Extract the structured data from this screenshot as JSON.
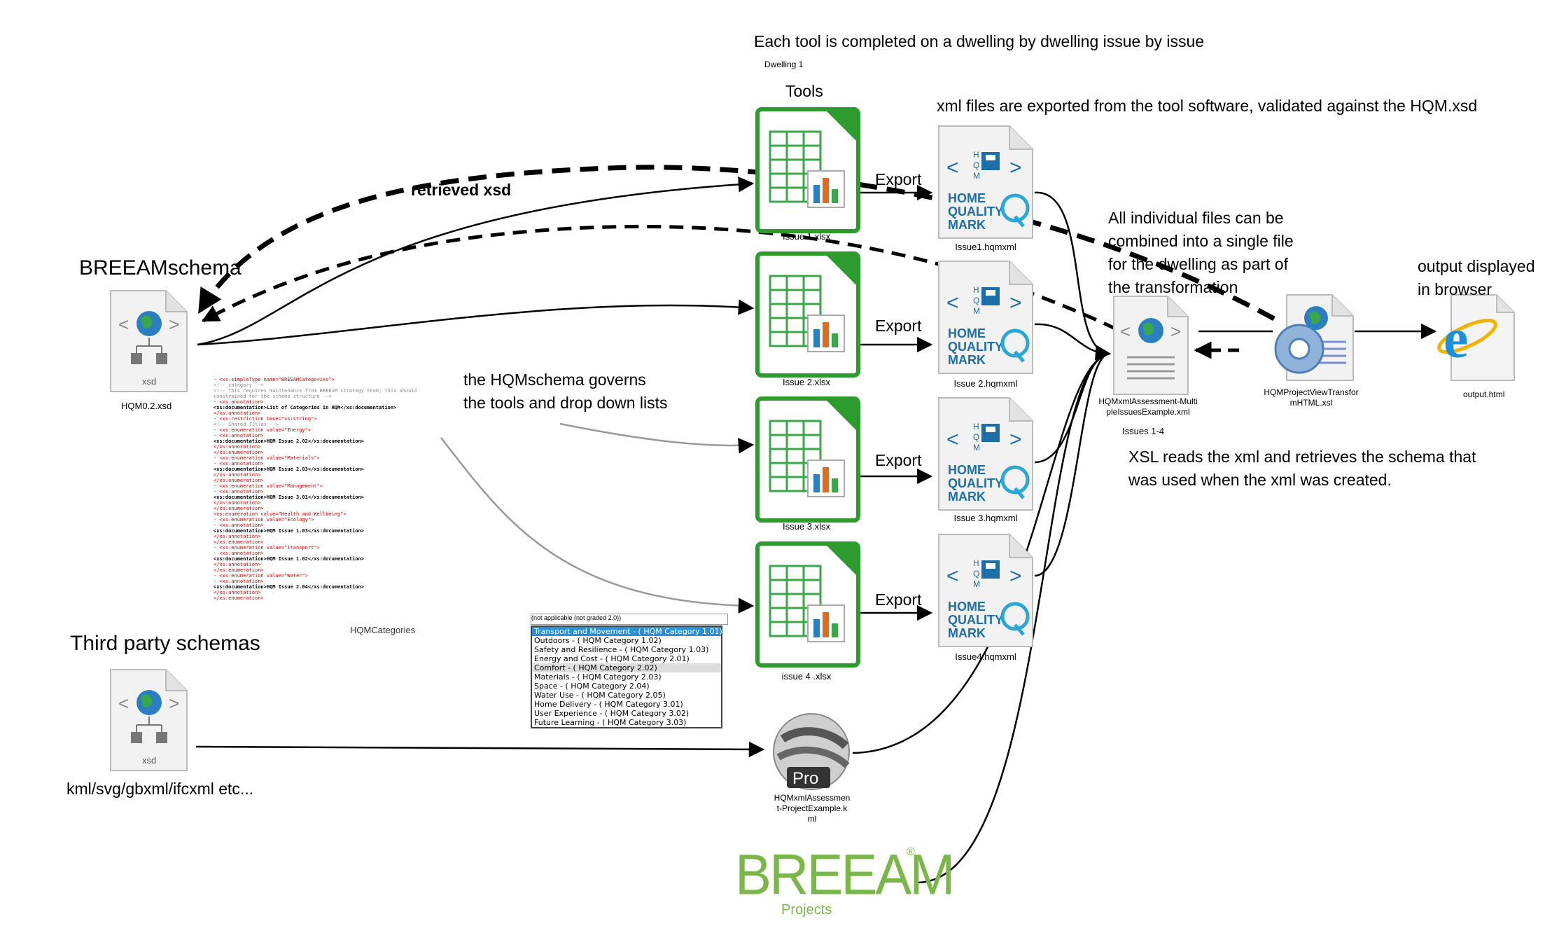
{
  "headline": "Each tool is completed on a dwelling by dwelling issue by issue",
  "dwelling_label": "Dwelling 1",
  "tools_label": "Tools",
  "export_note": "xml files are exported from the tool software, validated against the HQM.xsd",
  "retrieved_label": "retrieved xsd",
  "combine_note": {
    "line1": "All individual files can be",
    "line2": "combined into a single file",
    "line3": "for the dwelling as part of",
    "line4": "the transformation"
  },
  "output_note": {
    "line1": "output displayed",
    "line2": "in browser"
  },
  "breeam_schema": {
    "title": "BREEAMschema",
    "icon_caption": "xsd",
    "file": "HQM0.2.xsd"
  },
  "third_party": {
    "title": "Third party schemas",
    "icon_caption": "xsd",
    "formats": "kml/svg/gbxml/ifcxml etc..."
  },
  "governs_note": {
    "line1": "the HQMschema governs",
    "line2": "the tools and drop down lists"
  },
  "categories_caption": "HQMCategories",
  "export_label": "Export",
  "issues": [
    {
      "tool_file": "Issue 1.xlsx",
      "xml_file": "Issue1.hqmxml"
    },
    {
      "tool_file": "Issue 2.xlsx",
      "xml_file": "Issue 2.hqmxml"
    },
    {
      "tool_file": "Issue 3.xlsx",
      "xml_file": "Issue 3.hqmxml"
    },
    {
      "tool_file": "issue 4 .xlsx",
      "xml_file": "Issue4.hqmxml"
    }
  ],
  "hqm_logo": {
    "letters": "HQM",
    "line1": "HOME",
    "line2": "QUALITY",
    "line3": "MARK"
  },
  "combined": {
    "file_line1": "HQMxmlAssessment-Multi",
    "file_line2": "pleIssuesExample.xml",
    "issues_range": "Issues 1-4"
  },
  "xsl": {
    "file_line1": "HQMProjectViewTransfor",
    "file_line2": "mHTML.xsl"
  },
  "xsl_note": {
    "line1": "XSL reads the xml and retrieves the schema that",
    "line2": "was used when the xml was created."
  },
  "output_file": "output.html",
  "pro": {
    "badge": "Pro",
    "line1": "HQMxmlAssessmen",
    "line2": "t-ProjectExample.k",
    "line3": "ml"
  },
  "breeam_logo": {
    "word": "BREEAM",
    "reg": "®",
    "sub": "Projects"
  },
  "dropdown": {
    "header": "(not applicable (not graded 2.0))",
    "options": [
      "Transport and Movement - ( HQM Category 1.01)",
      "Outdoors - ( HQM Category 1.02)",
      "Safety and Resilience - ( HQM Category 1.03)",
      "Energy and Cost - ( HQM Category 2.01)",
      "Comfort - ( HQM Category 2.02)",
      "Materials - ( HQM Category 2.03)",
      "Space - ( HQM Category 2.04)",
      "Water Use - ( HQM Category 2.05)",
      "Home Delivery - ( HQM Category 3.01)",
      "User Experience - ( HQM Category 3.02)",
      "Future Learning - ( HQM Category 3.03)"
    ],
    "selected_index": 0,
    "highlighted_index": 4
  },
  "xml_snippet": [
    {
      "cls": "",
      "text": "- <xs:simpleType name=\"BREEAMCategories\">"
    },
    {
      "cls": "g",
      "text": "    <!-- category -->"
    },
    {
      "cls": "g",
      "text": "    <!-- This requires maintenance from BREEAM strategy team; this should contain"
    },
    {
      "cls": "g",
      "text": "       constrained for the scheme structure -->"
    },
    {
      "cls": "",
      "text": "  - <xs:annotation>"
    },
    {
      "cls": "b",
      "text": "      <xs:documentation>List of Categories in HQM</xs:documentation>"
    },
    {
      "cls": "",
      "text": "    </xs:annotation>"
    },
    {
      "cls": "",
      "text": "  - <xs:restriction base=\"xs:string\">"
    },
    {
      "cls": "g",
      "text": "      <!-- Shared Titles -->"
    },
    {
      "cls": "",
      "text": "    - <xs:enumeration value=\"Energy\">"
    },
    {
      "cls": "",
      "text": "      - <xs:annotation>"
    },
    {
      "cls": "b",
      "text": "          <xs:documentation>HQM Issue 2.02</xs:documentation>"
    },
    {
      "cls": "",
      "text": "        </xs:annotation>"
    },
    {
      "cls": "",
      "text": "      </xs:enumeration>"
    },
    {
      "cls": "",
      "text": "    - <xs:enumeration value=\"Materials\">"
    },
    {
      "cls": "",
      "text": "      - <xs:annotation>"
    },
    {
      "cls": "b",
      "text": "          <xs:documentation>HQM Issue 2.03</xs:documentation>"
    },
    {
      "cls": "",
      "text": "        </xs:annotation>"
    },
    {
      "cls": "",
      "text": "      </xs:enumeration>"
    },
    {
      "cls": "",
      "text": "    - <xs:enumeration value=\"Management\">"
    },
    {
      "cls": "",
      "text": "      - <xs:annotation>"
    },
    {
      "cls": "b",
      "text": "          <xs:documentation>HQM Issue 3.01</xs:documentation>"
    },
    {
      "cls": "",
      "text": "        </xs:annotation>"
    },
    {
      "cls": "",
      "text": "      </xs:enumeration>"
    },
    {
      "cls": "",
      "text": "    <xs:enumeration value=\"Health and Wellbeing\">"
    },
    {
      "cls": "",
      "text": "    - <xs:enumeration value=\"Ecology\">"
    },
    {
      "cls": "",
      "text": "      - <xs:annotation>"
    },
    {
      "cls": "b",
      "text": "          <xs:documentation>HQM Issue 1.03</xs:documentation>"
    },
    {
      "cls": "",
      "text": "        </xs:annotation>"
    },
    {
      "cls": "",
      "text": "      </xs:enumeration>"
    },
    {
      "cls": "",
      "text": "    - <xs:enumeration value=\"Transport\">"
    },
    {
      "cls": "",
      "text": "      - <xs:annotation>"
    },
    {
      "cls": "b",
      "text": "          <xs:documentation>HQM Issue 1.02</xs:documentation>"
    },
    {
      "cls": "",
      "text": "        </xs:annotation>"
    },
    {
      "cls": "",
      "text": "      </xs:enumeration>"
    },
    {
      "cls": "",
      "text": "    - <xs:enumeration value=\"Water\">"
    },
    {
      "cls": "",
      "text": "      - <xs:annotation>"
    },
    {
      "cls": "b",
      "text": "          <xs:documentation>HQM Issue 2.04</xs:documentation>"
    },
    {
      "cls": "",
      "text": "        </xs:annotation>"
    },
    {
      "cls": "",
      "text": "      </xs:enumeration>"
    }
  ],
  "colors": {
    "green": "#2e9b2e",
    "hqm_blue": "#1d6fa8",
    "breeam_green": "#7ab648",
    "ie_blue": "#1e90d8"
  }
}
